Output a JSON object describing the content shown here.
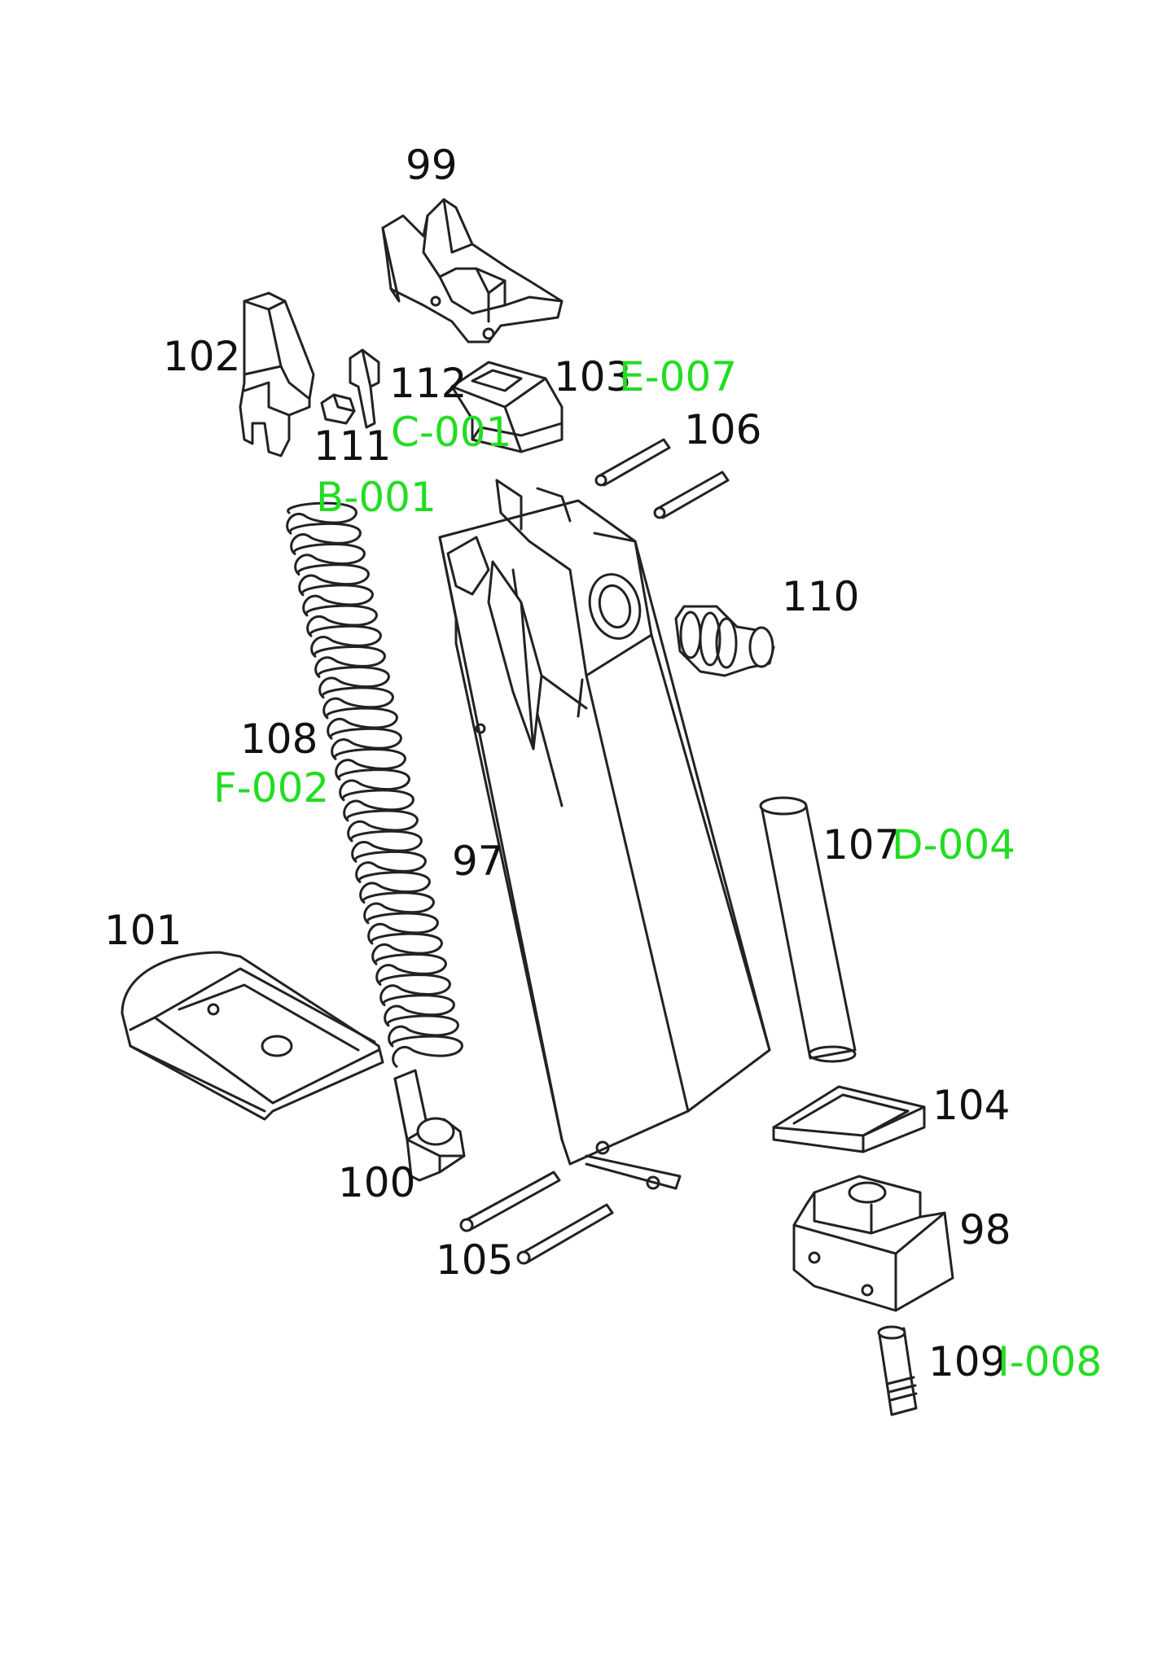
{
  "colors": {
    "line": "#222222",
    "part_number": "#111111",
    "part_code": "#22dd22"
  },
  "parts": {
    "p97": {
      "number": "97"
    },
    "p98": {
      "number": "98"
    },
    "p99": {
      "number": "99"
    },
    "p100": {
      "number": "100"
    },
    "p101": {
      "number": "101"
    },
    "p102": {
      "number": "102"
    },
    "p103": {
      "number": "103",
      "code": "E-007"
    },
    "p104": {
      "number": "104"
    },
    "p105": {
      "number": "105"
    },
    "p106": {
      "number": "106"
    },
    "p107": {
      "number": "107",
      "code": "D-004"
    },
    "p108": {
      "number": "108",
      "code": "F-002"
    },
    "p109": {
      "number": "109",
      "code": "I-008"
    },
    "p110": {
      "number": "110"
    },
    "p111": {
      "number": "111",
      "code": "B-001"
    },
    "p112": {
      "number": "112",
      "code": "C-001"
    }
  }
}
